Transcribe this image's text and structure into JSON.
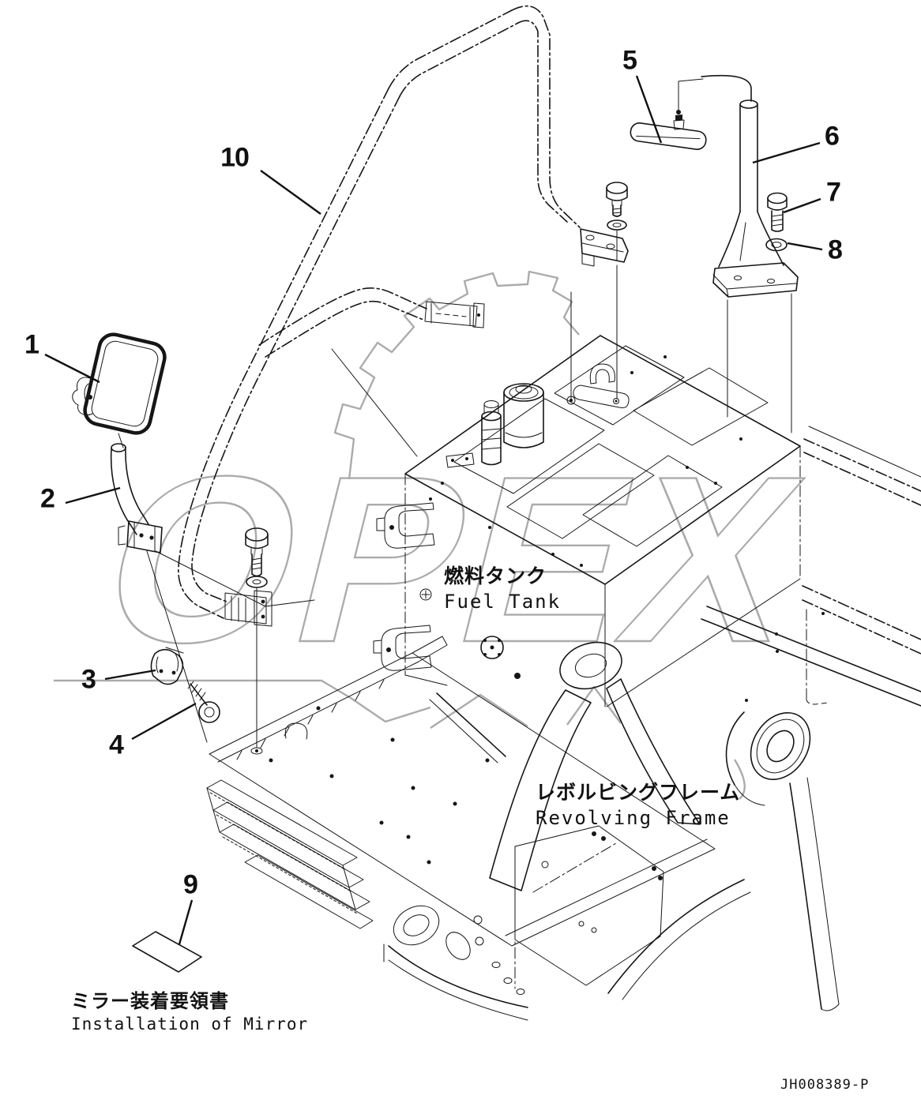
{
  "diagram": {
    "type": "parts-catalog-exploded-view",
    "watermark": "OPEX",
    "drawing_number": "JH008389-P",
    "callouts": [
      "1",
      "2",
      "3",
      "4",
      "5",
      "6",
      "7",
      "8",
      "9",
      "10"
    ],
    "labels": {
      "fuel_tank": {
        "ja": "燃料タンク",
        "en": "Fuel Tank"
      },
      "revolving_frame": {
        "ja": "レボルビングフレーム",
        "en": "Revolving Frame"
      },
      "doc_title": {
        "ja": "ミラー装着要領書",
        "en": "Installation of Mirror"
      }
    },
    "colors": {
      "line": "#161616",
      "watermark": "#ababab",
      "background": "#ffffff"
    }
  }
}
